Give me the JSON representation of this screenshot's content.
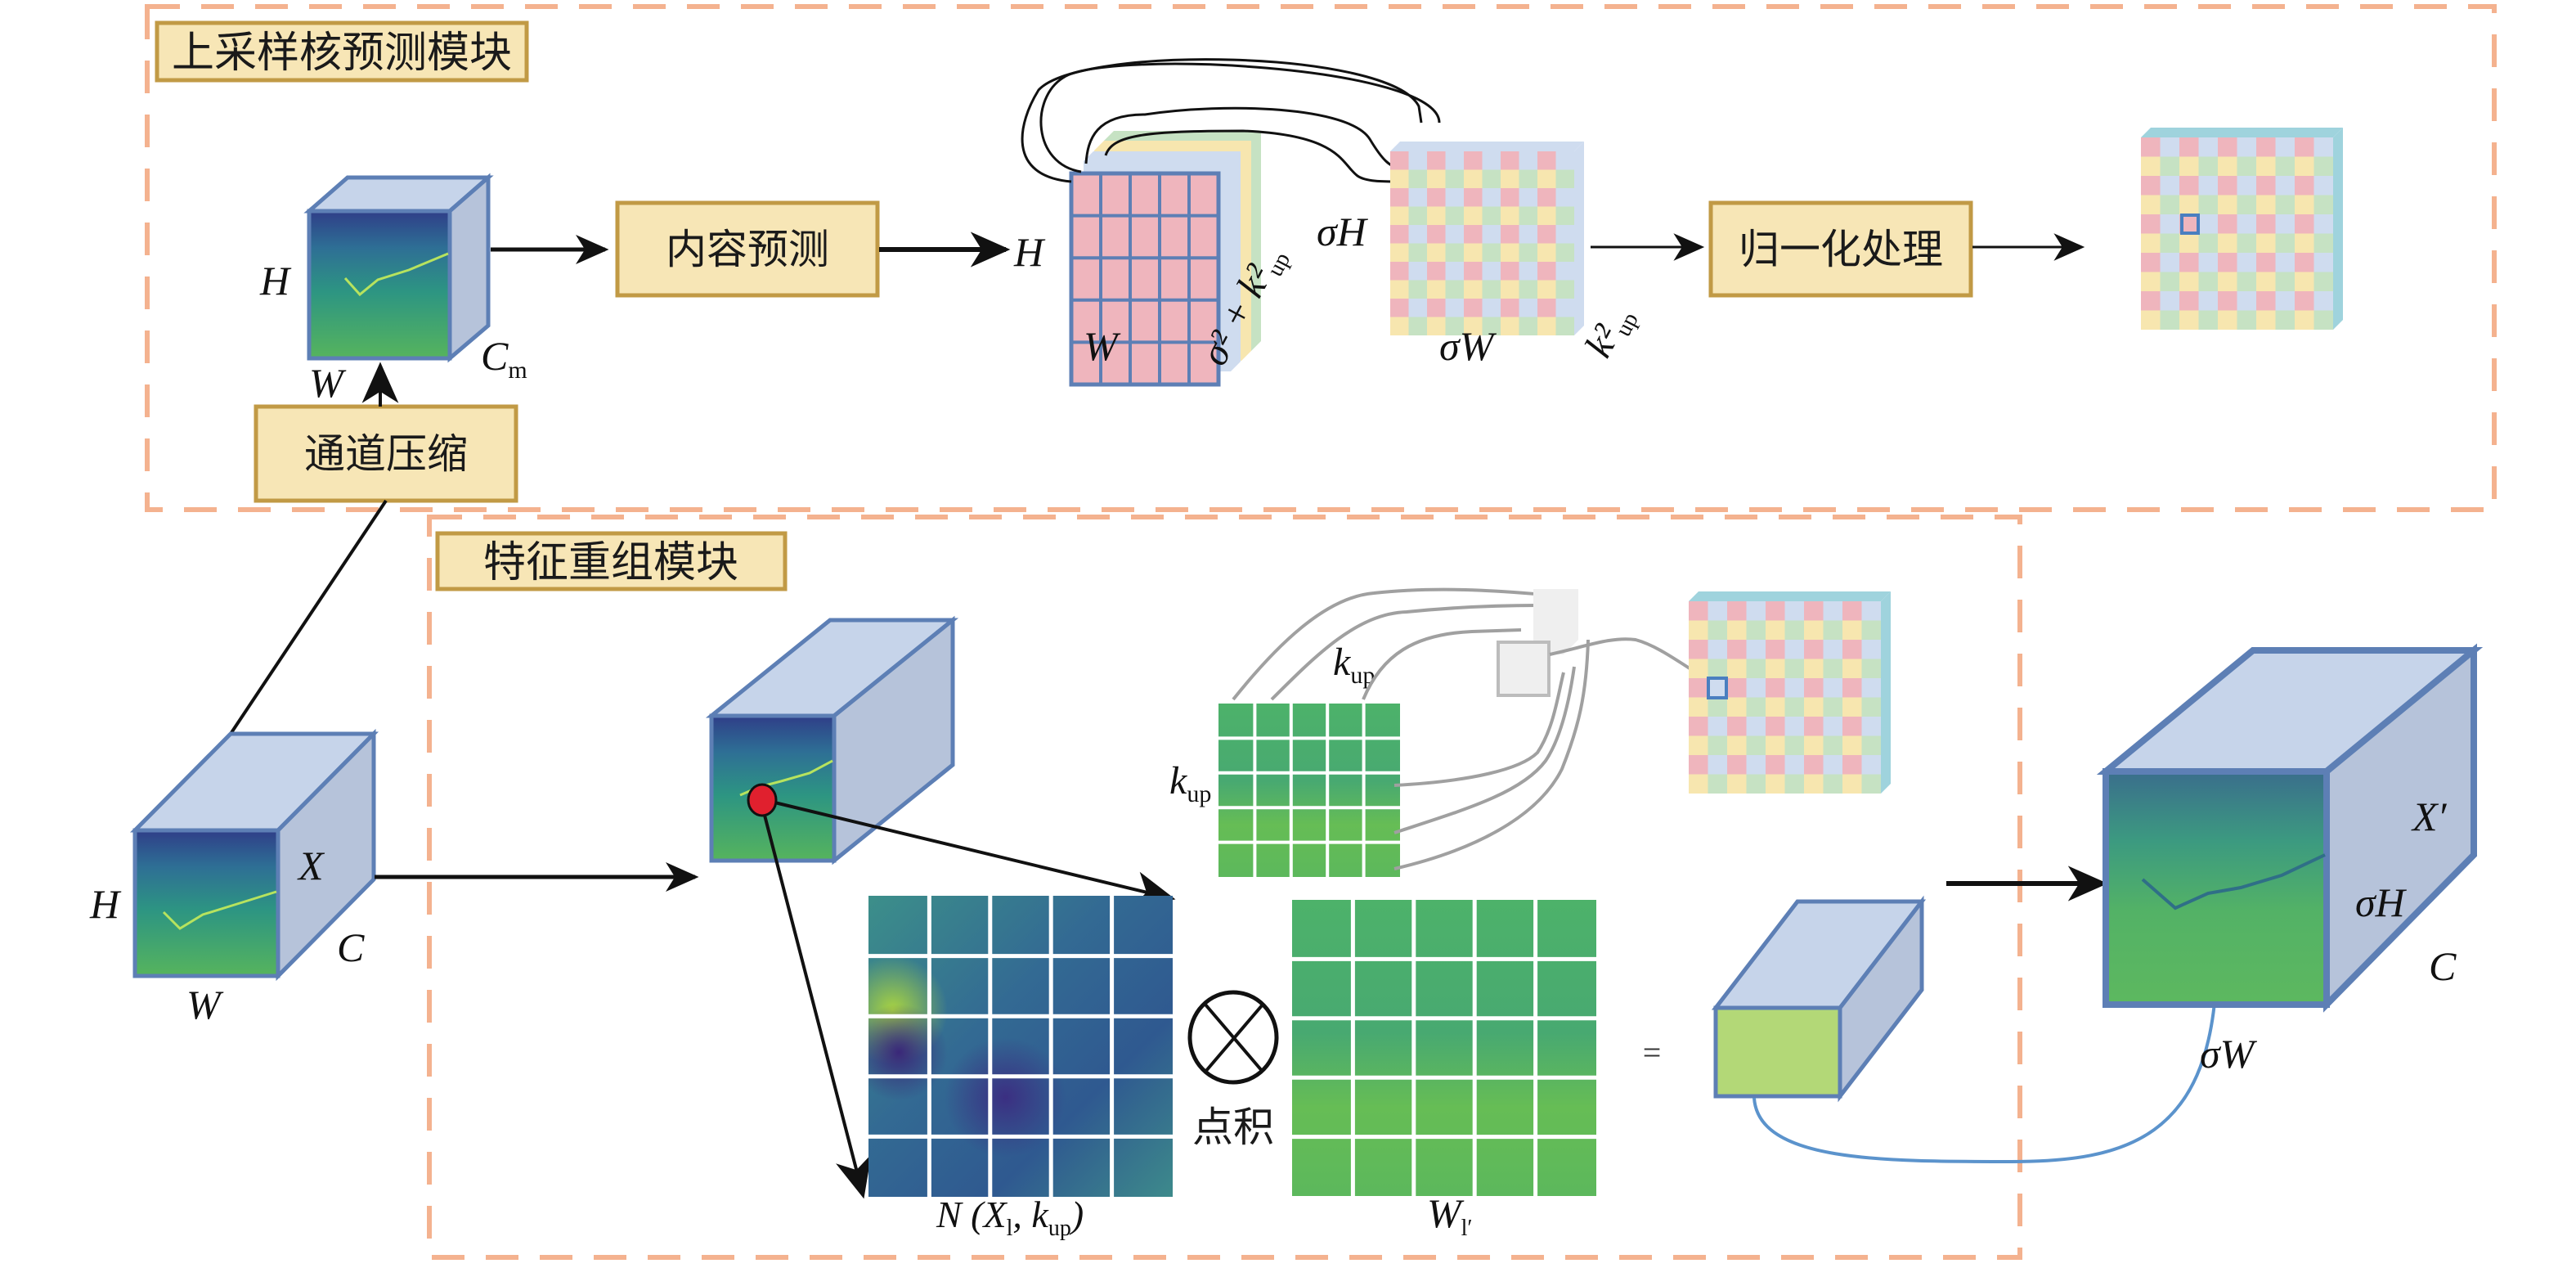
{
  "colors": {
    "module_border": "#f4b28f",
    "label_box_fill": "#f7e6b6",
    "label_box_border": "#c19a45",
    "cube_top": "#c6d4ea",
    "cube_side": "#b6c3da",
    "cube_edge": "#5d7fb5",
    "pink": "#efb5bd",
    "blue": "#cfdcef",
    "yellow": "#f7e6af",
    "green": "#c6e2c3",
    "teal_edge": "#9fd3dd",
    "gray_link": "#a0a0a0",
    "blue_link": "#5b93cc",
    "red_dot": "#e0202e",
    "kernel_green": "#4fb366",
    "vector_green": "#b3d877"
  },
  "modules": {
    "upsampling_kernel_prediction": {
      "title": "上采样核预测模块"
    },
    "feature_reassembly": {
      "title": "特征重组模块"
    }
  },
  "process_boxes": {
    "channel_compression": "通道压缩",
    "content_prediction": "内容预测",
    "normalization": "归一化处理"
  },
  "labels": {
    "compressed_H": "H",
    "compressed_W": "W",
    "compressed_C": "C",
    "compressed_C_sub": "m",
    "pred_H": "H",
    "pred_W": "W",
    "pred_channels": "σ² + k²",
    "pred_channels_sub": "up",
    "reshaped_H": "σH",
    "reshaped_W": "σW",
    "reshaped_depth": "k²",
    "reshaped_depth_sub": "up",
    "input_H": "H",
    "input_W": "W",
    "input_C": "C",
    "input_X": "X",
    "kernel_k_top": "k",
    "kernel_k_top_sub": "up",
    "kernel_k_left": "k",
    "kernel_k_left_sub": "up",
    "neighborhood": "N (X",
    "neighborhood_sub1": "l",
    "neighborhood_mid": ", k",
    "neighborhood_sub2": "up",
    "neighborhood_end": ")",
    "weights": "W",
    "weights_sub": "l′",
    "dot_product": "点积",
    "equals": "=",
    "output_X": "X′",
    "output_H": "σH",
    "output_W": "σW",
    "output_C": "C"
  },
  "icons": {
    "multiply": "circled-times-icon"
  }
}
